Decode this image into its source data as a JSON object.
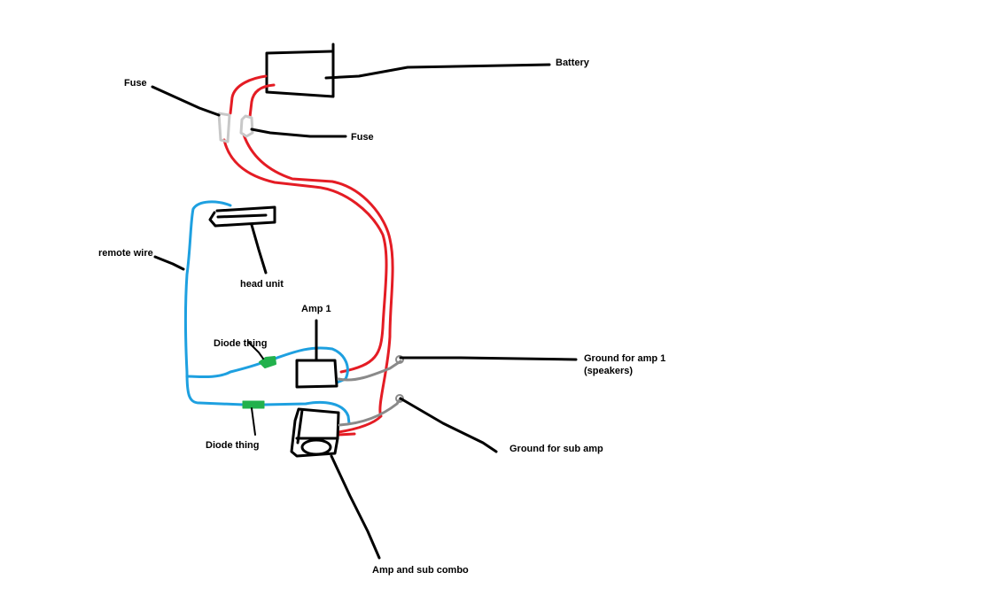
{
  "colors": {
    "background": "#ffffff",
    "outline": "#000000",
    "power_wire": "#e41c24",
    "remote_wire": "#1ea0e0",
    "ground_wire": "#8a8a8a",
    "fuse": "#c8c8c8",
    "diode": "#22b14c"
  },
  "labels": {
    "battery": "Battery",
    "fuse_left": "Fuse",
    "fuse_right": "Fuse",
    "remote_wire": "remote wire",
    "head_unit": "head unit",
    "amp1": "Amp 1",
    "diode_upper": "Diode thing",
    "diode_lower": "Diode thing",
    "ground_amp1_line1": "Ground for amp 1",
    "ground_amp1_line2": "(speakers)",
    "ground_sub": "Ground for sub amp",
    "amp_sub_combo": "Amp and sub combo"
  }
}
